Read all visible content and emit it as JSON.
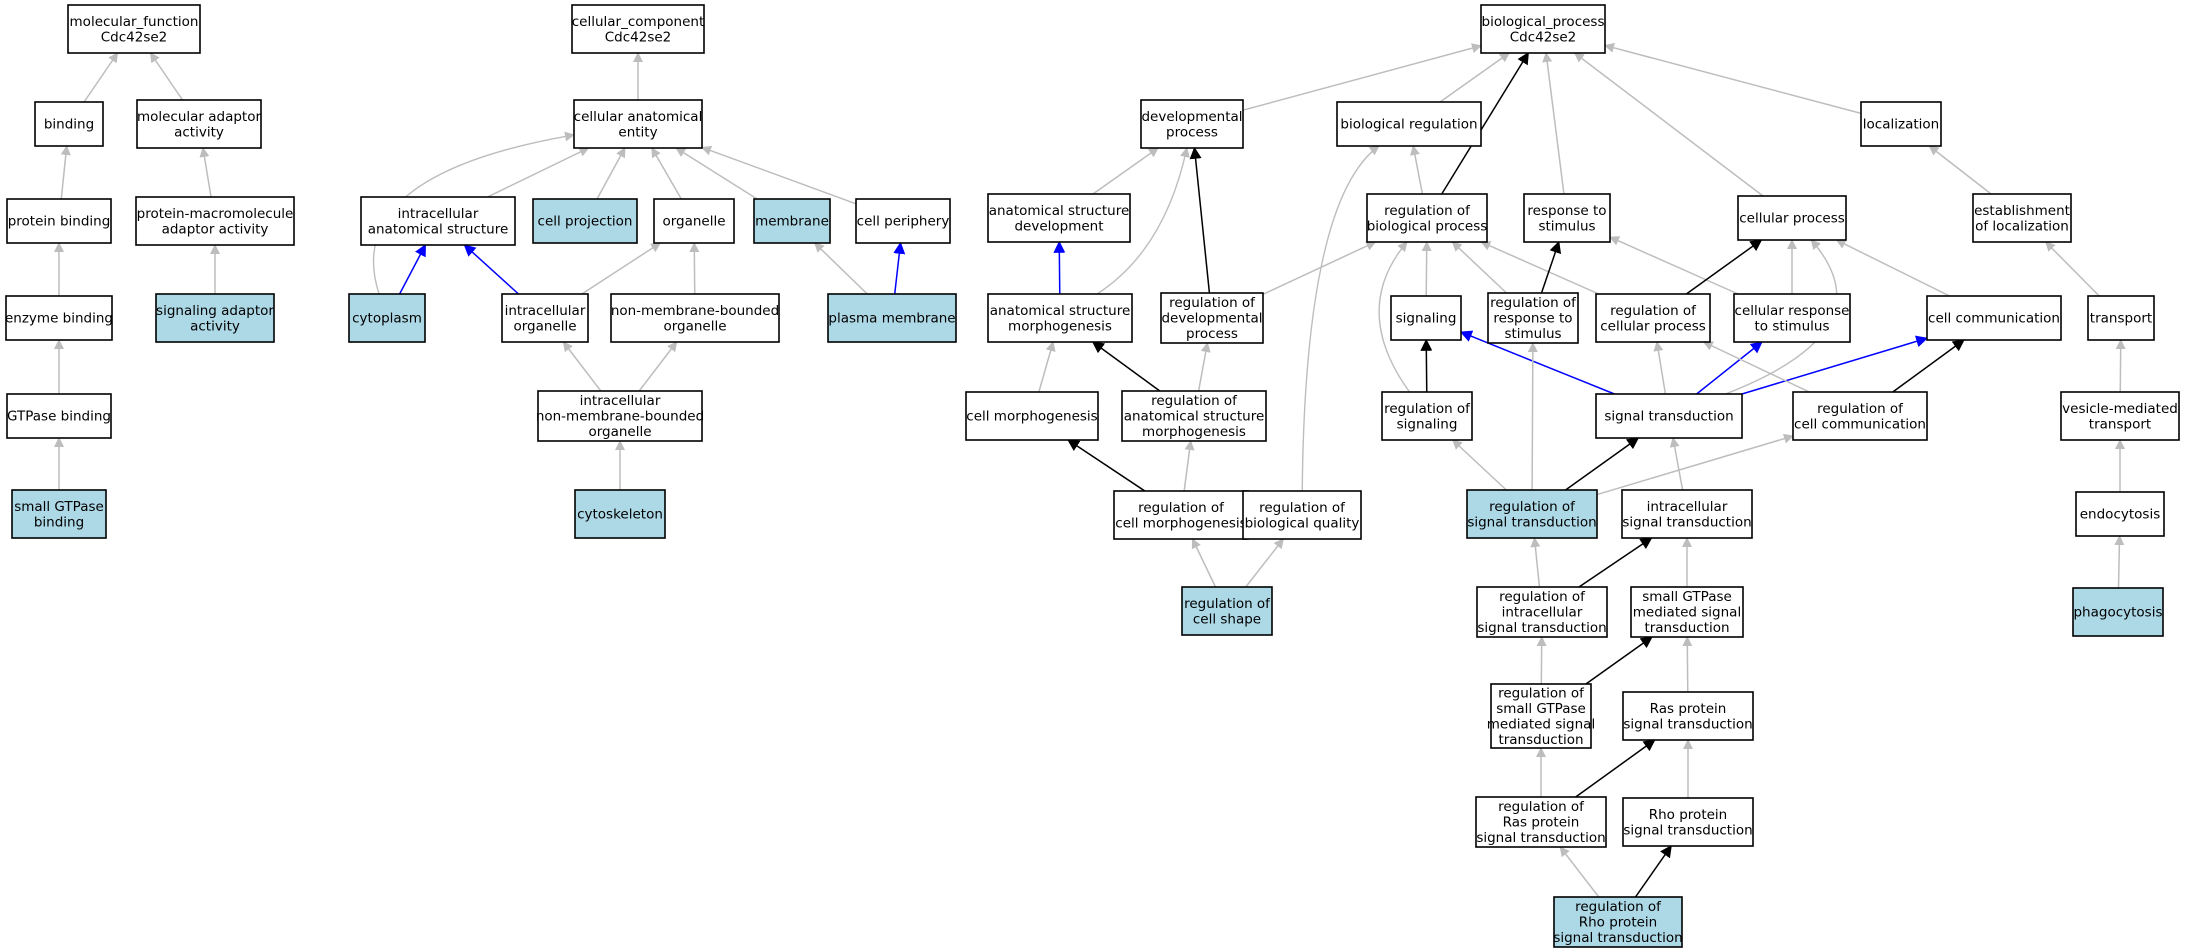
{
  "colors": {
    "node_fill": "#ffffff",
    "highlight_fill": "#add8e6",
    "edge_gray": "#bdbdbd",
    "edge_black": "#000000",
    "edge_blue": "#0000ff"
  },
  "nodes": [
    {
      "id": "mf",
      "lines": [
        "molecular_function",
        "Cdc42se2"
      ]
    },
    {
      "id": "binding",
      "lines": [
        "binding"
      ]
    },
    {
      "id": "mol_adaptor",
      "lines": [
        "molecular adaptor",
        "activity"
      ]
    },
    {
      "id": "protein_binding",
      "lines": [
        "protein binding"
      ]
    },
    {
      "id": "pm_adaptor",
      "lines": [
        "protein-macromolecule",
        "adaptor activity"
      ]
    },
    {
      "id": "enzyme_binding",
      "lines": [
        "enzyme binding"
      ]
    },
    {
      "id": "signaling_adaptor",
      "lines": [
        "signaling adaptor",
        "activity"
      ],
      "highlight": true
    },
    {
      "id": "gtpase_binding",
      "lines": [
        "GTPase binding"
      ]
    },
    {
      "id": "small_gtpase_binding",
      "lines": [
        "small GTPase",
        "binding"
      ],
      "highlight": true
    },
    {
      "id": "cc",
      "lines": [
        "cellular_component",
        "Cdc42se2"
      ]
    },
    {
      "id": "cae",
      "lines": [
        "cellular anatomical",
        "entity"
      ]
    },
    {
      "id": "intra_anat",
      "lines": [
        "intracellular",
        "anatomical structure"
      ]
    },
    {
      "id": "cell_projection",
      "lines": [
        "cell projection"
      ],
      "highlight": true
    },
    {
      "id": "organelle",
      "lines": [
        "organelle"
      ]
    },
    {
      "id": "membrane",
      "lines": [
        "membrane"
      ],
      "highlight": true
    },
    {
      "id": "cell_periphery",
      "lines": [
        "cell periphery"
      ]
    },
    {
      "id": "cytoplasm",
      "lines": [
        "cytoplasm"
      ],
      "highlight": true
    },
    {
      "id": "intra_org",
      "lines": [
        "intracellular",
        "organelle"
      ]
    },
    {
      "id": "nmbo",
      "lines": [
        "non-membrane-bounded",
        "organelle"
      ]
    },
    {
      "id": "plasma_membrane",
      "lines": [
        "plasma membrane"
      ],
      "highlight": true
    },
    {
      "id": "inmbo",
      "lines": [
        "intracellular",
        "non-membrane-bounded",
        "organelle"
      ]
    },
    {
      "id": "cytoskeleton",
      "lines": [
        "cytoskeleton"
      ],
      "highlight": true
    },
    {
      "id": "bp",
      "lines": [
        "biological_process",
        "Cdc42se2"
      ]
    },
    {
      "id": "dev_proc",
      "lines": [
        "developmental",
        "process"
      ]
    },
    {
      "id": "bio_reg",
      "lines": [
        "biological regulation"
      ]
    },
    {
      "id": "localization",
      "lines": [
        "localization"
      ]
    },
    {
      "id": "asd",
      "lines": [
        "anatomical structure",
        "development"
      ]
    },
    {
      "id": "rbp",
      "lines": [
        "regulation of",
        "biological process"
      ]
    },
    {
      "id": "resp_stim",
      "lines": [
        "response to",
        "stimulus"
      ]
    },
    {
      "id": "cell_proc",
      "lines": [
        "cellular process"
      ]
    },
    {
      "id": "est_loc",
      "lines": [
        "establishment",
        "of localization"
      ]
    },
    {
      "id": "asm",
      "lines": [
        "anatomical structure",
        "morphogenesis"
      ]
    },
    {
      "id": "reg_dev",
      "lines": [
        "regulation of",
        "developmental",
        "process"
      ]
    },
    {
      "id": "signaling",
      "lines": [
        "signaling"
      ]
    },
    {
      "id": "reg_resp",
      "lines": [
        "regulation of",
        "response to",
        "stimulus"
      ]
    },
    {
      "id": "reg_cell_proc",
      "lines": [
        "regulation of",
        "cellular process"
      ]
    },
    {
      "id": "cell_resp",
      "lines": [
        "cellular response",
        "to stimulus"
      ]
    },
    {
      "id": "cell_comm",
      "lines": [
        "cell communication"
      ]
    },
    {
      "id": "transport",
      "lines": [
        "transport"
      ]
    },
    {
      "id": "cell_morph",
      "lines": [
        "cell morphogenesis"
      ]
    },
    {
      "id": "reg_asm",
      "lines": [
        "regulation of",
        "anatomical structure",
        "morphogenesis"
      ]
    },
    {
      "id": "reg_signaling",
      "lines": [
        "regulation of",
        "signaling"
      ]
    },
    {
      "id": "sig_trans",
      "lines": [
        "signal transduction"
      ]
    },
    {
      "id": "reg_cell_comm",
      "lines": [
        "regulation of",
        "cell communication"
      ]
    },
    {
      "id": "ves_transport",
      "lines": [
        "vesicle-mediated",
        "transport"
      ]
    },
    {
      "id": "reg_cell_morph",
      "lines": [
        "regulation of",
        "cell morphogenesis"
      ]
    },
    {
      "id": "reg_bio_qual",
      "lines": [
        "regulation of",
        "biological quality"
      ]
    },
    {
      "id": "reg_sig_trans",
      "lines": [
        "regulation of",
        "signal transduction"
      ],
      "highlight": true
    },
    {
      "id": "intra_sig",
      "lines": [
        "intracellular",
        "signal transduction"
      ]
    },
    {
      "id": "endocytosis",
      "lines": [
        "endocytosis"
      ]
    },
    {
      "id": "reg_cell_shape",
      "lines": [
        "regulation of",
        "cell shape"
      ],
      "highlight": true
    },
    {
      "id": "reg_intra_sig",
      "lines": [
        "regulation of",
        "intracellular",
        "signal transduction"
      ]
    },
    {
      "id": "small_gtpase_sig",
      "lines": [
        "small GTPase",
        "mediated signal",
        "transduction"
      ]
    },
    {
      "id": "phagocytosis",
      "lines": [
        "phagocytosis"
      ],
      "highlight": true
    },
    {
      "id": "reg_small_gtpase",
      "lines": [
        "regulation of",
        "small GTPase",
        "mediated signal",
        "transduction"
      ]
    },
    {
      "id": "ras_sig",
      "lines": [
        "Ras protein",
        "signal transduction"
      ]
    },
    {
      "id": "reg_ras",
      "lines": [
        "regulation of",
        "Ras protein",
        "signal transduction"
      ]
    },
    {
      "id": "rho_sig",
      "lines": [
        "Rho protein",
        "signal transduction"
      ]
    },
    {
      "id": "reg_rho",
      "lines": [
        "regulation of",
        "Rho protein",
        "signal transduction"
      ],
      "highlight": true
    }
  ],
  "edges": [
    {
      "from": "binding",
      "to": "mf",
      "kind": "gray"
    },
    {
      "from": "mol_adaptor",
      "to": "mf",
      "kind": "gray"
    },
    {
      "from": "protein_binding",
      "to": "binding",
      "kind": "gray"
    },
    {
      "from": "pm_adaptor",
      "to": "mol_adaptor",
      "kind": "gray"
    },
    {
      "from": "enzyme_binding",
      "to": "protein_binding",
      "kind": "gray"
    },
    {
      "from": "signaling_adaptor",
      "to": "pm_adaptor",
      "kind": "gray"
    },
    {
      "from": "gtpase_binding",
      "to": "enzyme_binding",
      "kind": "gray"
    },
    {
      "from": "small_gtpase_binding",
      "to": "gtpase_binding",
      "kind": "gray"
    },
    {
      "from": "cae",
      "to": "cc",
      "kind": "gray"
    },
    {
      "from": "intra_anat",
      "to": "cae",
      "kind": "gray"
    },
    {
      "from": "cell_projection",
      "to": "cae",
      "kind": "gray"
    },
    {
      "from": "organelle",
      "to": "cae",
      "kind": "gray"
    },
    {
      "from": "membrane",
      "to": "cae",
      "kind": "gray"
    },
    {
      "from": "cell_periphery",
      "to": "cae",
      "kind": "gray"
    },
    {
      "from": "cytoplasm",
      "to": "cae",
      "kind": "gray",
      "curve": true
    },
    {
      "from": "cytoplasm",
      "to": "intra_anat",
      "kind": "blue"
    },
    {
      "from": "intra_org",
      "to": "intra_anat",
      "kind": "blue"
    },
    {
      "from": "intra_org",
      "to": "organelle",
      "kind": "gray"
    },
    {
      "from": "nmbo",
      "to": "organelle",
      "kind": "gray"
    },
    {
      "from": "plasma_membrane",
      "to": "membrane",
      "kind": "gray"
    },
    {
      "from": "plasma_membrane",
      "to": "cell_periphery",
      "kind": "blue"
    },
    {
      "from": "inmbo",
      "to": "intra_org",
      "kind": "gray"
    },
    {
      "from": "inmbo",
      "to": "nmbo",
      "kind": "gray"
    },
    {
      "from": "cytoskeleton",
      "to": "inmbo",
      "kind": "gray"
    },
    {
      "from": "dev_proc",
      "to": "bp",
      "kind": "gray"
    },
    {
      "from": "bio_reg",
      "to": "bp",
      "kind": "gray"
    },
    {
      "from": "localization",
      "to": "bp",
      "kind": "gray"
    },
    {
      "from": "rbp",
      "to": "bp",
      "kind": "black"
    },
    {
      "from": "resp_stim",
      "to": "bp",
      "kind": "gray"
    },
    {
      "from": "cell_proc",
      "to": "bp",
      "kind": "gray"
    },
    {
      "from": "asd",
      "to": "dev_proc",
      "kind": "gray"
    },
    {
      "from": "rbp",
      "to": "bio_reg",
      "kind": "gray"
    },
    {
      "from": "est_loc",
      "to": "localization",
      "kind": "gray"
    },
    {
      "from": "asm",
      "to": "asd",
      "kind": "blue"
    },
    {
      "from": "asm",
      "to": "dev_proc",
      "kind": "gray",
      "curve": true
    },
    {
      "from": "reg_dev",
      "to": "dev_proc",
      "kind": "black"
    },
    {
      "from": "reg_dev",
      "to": "rbp",
      "kind": "gray"
    },
    {
      "from": "signaling",
      "to": "rbp",
      "kind": "gray"
    },
    {
      "from": "reg_resp",
      "to": "rbp",
      "kind": "gray"
    },
    {
      "from": "reg_cell_proc",
      "to": "rbp",
      "kind": "gray"
    },
    {
      "from": "reg_resp",
      "to": "resp_stim",
      "kind": "black"
    },
    {
      "from": "cell_resp",
      "to": "resp_stim",
      "kind": "gray"
    },
    {
      "from": "reg_cell_proc",
      "to": "cell_proc",
      "kind": "black"
    },
    {
      "from": "cell_resp",
      "to": "cell_proc",
      "kind": "gray"
    },
    {
      "from": "cell_comm",
      "to": "cell_proc",
      "kind": "gray"
    },
    {
      "from": "transport",
      "to": "est_loc",
      "kind": "gray"
    },
    {
      "from": "cell_morph",
      "to": "asm",
      "kind": "gray"
    },
    {
      "from": "reg_asm",
      "to": "asm",
      "kind": "black"
    },
    {
      "from": "reg_asm",
      "to": "reg_dev",
      "kind": "gray"
    },
    {
      "from": "reg_signaling",
      "to": "signaling",
      "kind": "black"
    },
    {
      "from": "reg_signaling",
      "to": "rbp",
      "kind": "gray",
      "curve": true
    },
    {
      "from": "sig_trans",
      "to": "signaling",
      "kind": "blue"
    },
    {
      "from": "sig_trans",
      "to": "reg_cell_proc",
      "kind": "gray"
    },
    {
      "from": "sig_trans",
      "to": "cell_resp",
      "kind": "blue"
    },
    {
      "from": "sig_trans",
      "to": "cell_comm",
      "kind": "blue"
    },
    {
      "from": "sig_trans",
      "to": "cell_proc",
      "kind": "gray",
      "curve": true
    },
    {
      "from": "reg_cell_comm",
      "to": "reg_cell_proc",
      "kind": "gray"
    },
    {
      "from": "reg_cell_comm",
      "to": "cell_comm",
      "kind": "black"
    },
    {
      "from": "ves_transport",
      "to": "transport",
      "kind": "gray"
    },
    {
      "from": "reg_cell_morph",
      "to": "cell_morph",
      "kind": "black"
    },
    {
      "from": "reg_cell_morph",
      "to": "reg_asm",
      "kind": "gray"
    },
    {
      "from": "reg_bio_qual",
      "to": "bio_reg",
      "kind": "gray",
      "curve": true
    },
    {
      "from": "reg_sig_trans",
      "to": "reg_signaling",
      "kind": "gray"
    },
    {
      "from": "reg_sig_trans",
      "to": "sig_trans",
      "kind": "black"
    },
    {
      "from": "reg_sig_trans",
      "to": "reg_cell_comm",
      "kind": "gray"
    },
    {
      "from": "reg_sig_trans",
      "to": "reg_resp",
      "kind": "gray"
    },
    {
      "from": "intra_sig",
      "to": "sig_trans",
      "kind": "gray"
    },
    {
      "from": "endocytosis",
      "to": "ves_transport",
      "kind": "gray"
    },
    {
      "from": "reg_cell_shape",
      "to": "reg_cell_morph",
      "kind": "gray"
    },
    {
      "from": "reg_cell_shape",
      "to": "reg_bio_qual",
      "kind": "gray"
    },
    {
      "from": "reg_intra_sig",
      "to": "reg_sig_trans",
      "kind": "gray"
    },
    {
      "from": "reg_intra_sig",
      "to": "intra_sig",
      "kind": "black"
    },
    {
      "from": "small_gtpase_sig",
      "to": "intra_sig",
      "kind": "gray"
    },
    {
      "from": "phagocytosis",
      "to": "endocytosis",
      "kind": "gray"
    },
    {
      "from": "reg_small_gtpase",
      "to": "reg_intra_sig",
      "kind": "gray"
    },
    {
      "from": "reg_small_gtpase",
      "to": "small_gtpase_sig",
      "kind": "black"
    },
    {
      "from": "ras_sig",
      "to": "small_gtpase_sig",
      "kind": "gray"
    },
    {
      "from": "reg_ras",
      "to": "reg_small_gtpase",
      "kind": "gray"
    },
    {
      "from": "reg_ras",
      "to": "ras_sig",
      "kind": "black"
    },
    {
      "from": "rho_sig",
      "to": "ras_sig",
      "kind": "gray"
    },
    {
      "from": "reg_rho",
      "to": "reg_ras",
      "kind": "gray"
    },
    {
      "from": "reg_rho",
      "to": "rho_sig",
      "kind": "black"
    }
  ]
}
